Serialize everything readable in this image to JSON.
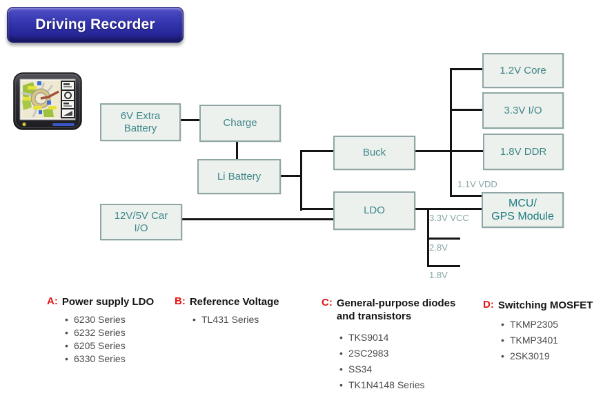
{
  "banner": {
    "title": "Driving Recorder"
  },
  "colors": {
    "banner_blue": "#3232ae",
    "box_fill": "#edf1ee",
    "box_border": "#8ea7a5",
    "box_text": "#3d8687",
    "wire": "#141414",
    "net_label": "#85a6a4",
    "section_letter_red": "#e31414",
    "list_item_gray": "#4b4b4b"
  },
  "device": {
    "name": "gps-navigation-device"
  },
  "diagram": {
    "boxes": {
      "extra_battery": "6V Extra\nBattery",
      "charge": "Charge",
      "li_battery": "Li Battery",
      "car_io": "12V/5V Car\nI/O",
      "buck": "Buck",
      "ldo": "LDO",
      "core": "1.2V Core",
      "io": "3.3V I/O",
      "ddr": "1.8V DDR",
      "mcu": "MCU/\nGPS Module"
    },
    "net_labels": {
      "vdd": "1.1V VDD",
      "vcc": "3.3V VCC",
      "v28": "2.8V",
      "v18": "1.8V"
    }
  },
  "sections": [
    {
      "letter": "A:",
      "title": "Power supply LDO",
      "items": [
        "6230 Series",
        "6232 Series",
        "6205 Series",
        "6330 Series"
      ]
    },
    {
      "letter": "B:",
      "title": "Reference Voltage",
      "items": [
        "TL431 Series"
      ]
    },
    {
      "letter": "C:",
      "title": "General-purpose diodes and transistors",
      "items": [
        "TKS9014",
        "2SC2983",
        "SS34",
        "TK1N4148 Series"
      ]
    },
    {
      "letter": "D:",
      "title": "Switching MOSFET",
      "items": [
        "TKMP2305",
        "TKMP3401",
        "2SK3019"
      ]
    }
  ]
}
